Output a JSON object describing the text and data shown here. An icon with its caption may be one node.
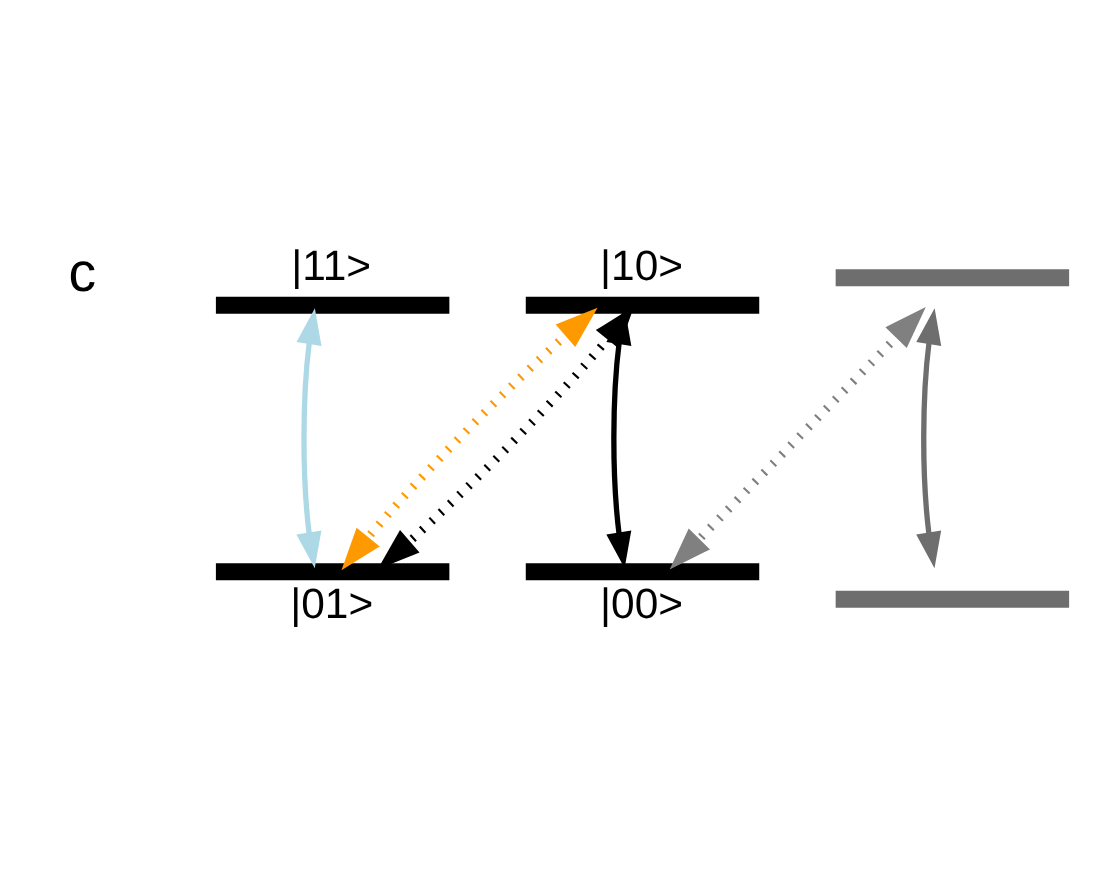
{
  "diagram": {
    "nodes": [
      {
        "text": [
          "|11>"
        ]
      },
      {
        "text": [
          "|10>"
        ]
      },
      {
        "text": [],
        "shape": "bar"
      },
      {
        "text": [
          "|01>"
        ]
      },
      {
        "text": [
          "|00>"
        ]
      },
      {
        "text": [],
        "shape": "bar"
      }
    ],
    "edges": [
      {
        "from": 0,
        "to": 3,
        "arrow": "both",
        "color": "#add8e6"
      },
      {
        "from": 1,
        "to": 3,
        "arrow": "both",
        "color": "#ff9900",
        "style": "dashed"
      },
      {
        "from": 1,
        "to": 3,
        "arrow": "both",
        "style": "dashed"
      },
      {
        "from": 1,
        "to": 4,
        "arrow": "both"
      },
      {
        "from": 2,
        "to": 4,
        "arrow": "both",
        "color": "#808080",
        "style": "dashed"
      },
      {
        "from": 2,
        "to": 5,
        "arrow": "both",
        "color": "#6e6e6e"
      }
    ],
    "labels": [
      "c"
    ]
  }
}
